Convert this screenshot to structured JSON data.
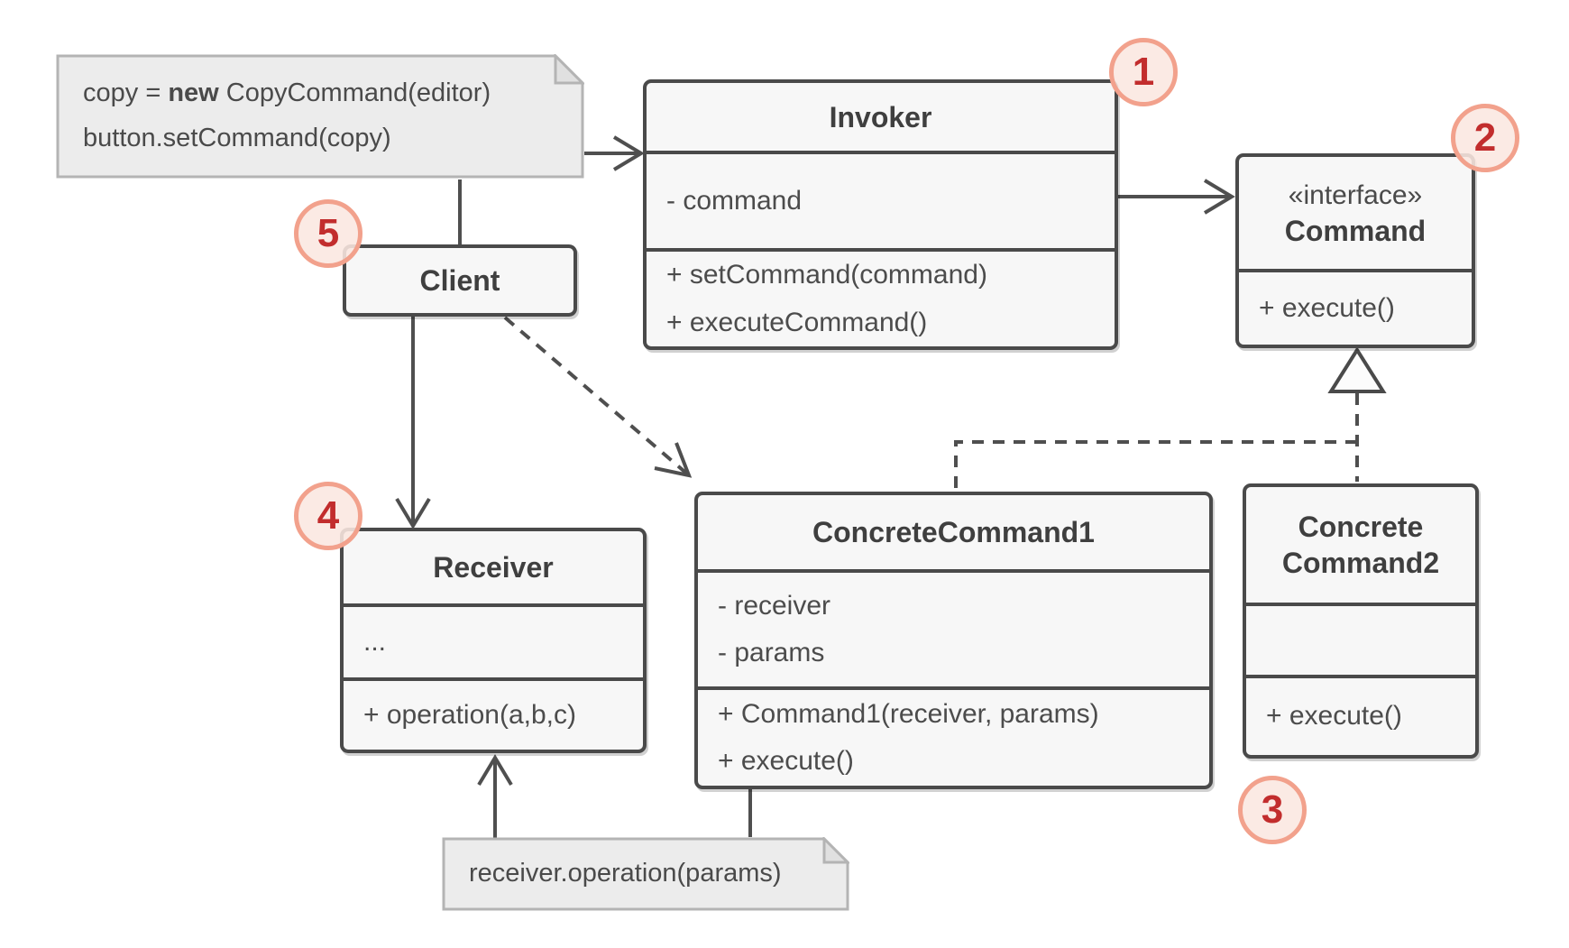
{
  "diagram": {
    "type": "uml-class-diagram",
    "pattern": "Command",
    "notes": {
      "client_code": {
        "line1_prefix": "copy = ",
        "line1_keyword": "new",
        "line1_suffix": " CopyCommand(editor)",
        "line2": "button.setCommand(copy)"
      },
      "execute_body": {
        "text": "receiver.operation(params)"
      }
    },
    "classes": {
      "invoker": {
        "badge": "1",
        "name": "Invoker",
        "attributes": [
          "- command"
        ],
        "methods": [
          "+ setCommand(command)",
          "+ executeCommand()"
        ]
      },
      "command": {
        "badge": "2",
        "stereotype": "«interface»",
        "name": "Command",
        "methods": [
          "+ execute()"
        ]
      },
      "client": {
        "badge": "5",
        "name": "Client"
      },
      "receiver": {
        "badge": "4",
        "name": "Receiver",
        "attributes": [
          "..."
        ],
        "methods": [
          "+ operation(a,b,c)"
        ]
      },
      "concrete_command_1": {
        "name": "ConcreteCommand1",
        "attributes": [
          "- receiver",
          "- params"
        ],
        "methods": [
          "+ Command1(receiver, params)",
          "+ execute()"
        ]
      },
      "concrete_command_2": {
        "badge": "3",
        "name": "ConcreteCommand2",
        "name_lines": [
          "Concrete",
          "Command2"
        ],
        "attributes": [],
        "methods": [
          "+ execute()"
        ]
      }
    },
    "edges": [
      {
        "from": "client-code-note",
        "to": "invoker",
        "style": "solid-arrow"
      },
      {
        "from": "client-code-note",
        "to": "client",
        "style": "solid-line"
      },
      {
        "from": "invoker",
        "to": "command",
        "style": "solid-arrow"
      },
      {
        "from": "client",
        "to": "receiver",
        "style": "solid-arrow"
      },
      {
        "from": "client",
        "to": "concrete_command_1",
        "style": "dashed-arrow"
      },
      {
        "from": "concrete_command_1",
        "to": "command",
        "style": "dashed-realization-hollow-triangle"
      },
      {
        "from": "concrete_command_2",
        "to": "command",
        "style": "dashed-realization-hollow-triangle"
      },
      {
        "from": "execute-body-note",
        "to": "receiver",
        "style": "solid-arrow"
      },
      {
        "from": "execute-body-note",
        "to": "concrete_command_1",
        "style": "solid-line"
      }
    ],
    "colors": {
      "background": "#ffffff",
      "box_fill": "#f7f7f7",
      "box_border": "#4a4a4a",
      "note_fill": "#ececec",
      "note_border": "#b4b4b4",
      "line": "#4f4f4f",
      "badge_fill": "#fbe7e0",
      "badge_border": "#f2a18c",
      "badge_text": "#c22d2d",
      "text": "#4a4a4a"
    }
  }
}
